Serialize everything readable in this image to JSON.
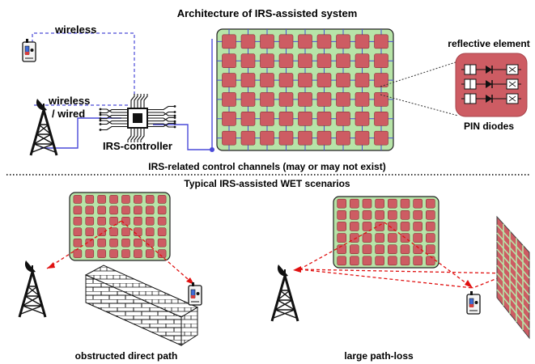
{
  "title": "Architecture of IRS-assisted system",
  "labels": {
    "wireless_top": "wireless",
    "wireless_wired_1": "wireless",
    "wireless_wired_2": "/ wired",
    "controller": "IRS-controller",
    "reflective_element": "reflective element",
    "pin_diodes": "PIN diodes",
    "control_channels": "IRS-related control channels (may or may not exist)",
    "scenarios_title": "Typical IRS-assisted WET scenarios",
    "scenario_left": "obstructed direct path",
    "scenario_right": "large path-loss"
  },
  "colors": {
    "irs_background": "#b7e4a8",
    "irs_element": "#cd5c63",
    "irs_element_border": "#8b2f36",
    "control_line": "#4a4ad8",
    "signal_path": "#e01010",
    "pin_panel": "#cd5c63",
    "wall": "#ffffff"
  },
  "icons": [
    "antenna-tower-icon",
    "sensor-device-icon",
    "microchip-icon",
    "brick-wall-icon",
    "pin-diode-icon"
  ]
}
